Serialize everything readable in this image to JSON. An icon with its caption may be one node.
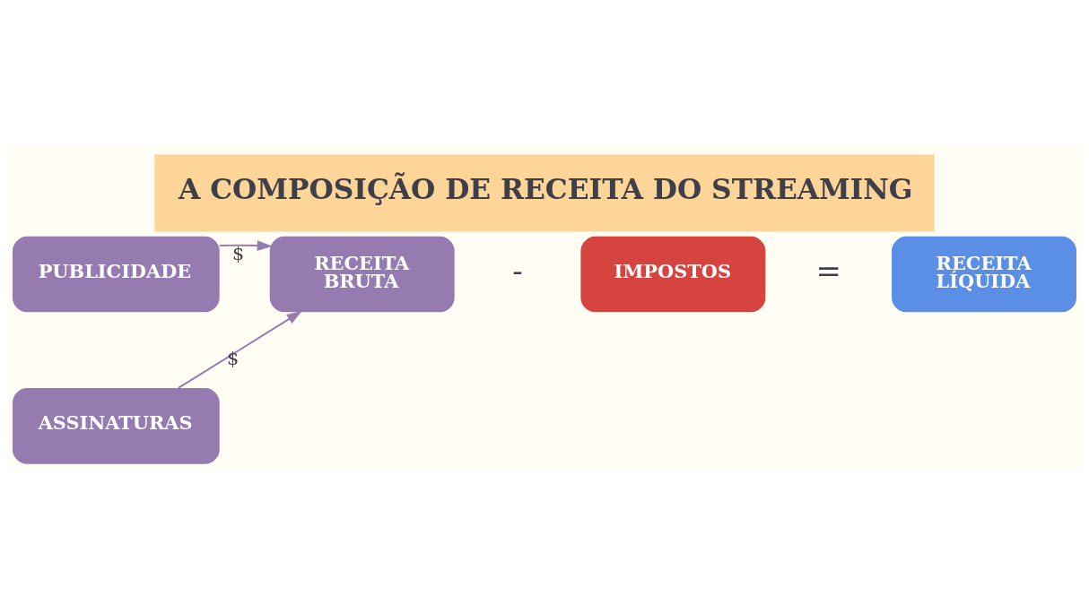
{
  "diagram": {
    "title": "A COMPOSIÇÃO DE RECEITA DO STREAMING",
    "nodes": [
      {
        "text": [
          "PUBLICIDADE"
        ]
      },
      {
        "text": [
          "RECEITA BRUTA"
        ]
      },
      {
        "text": [
          "IMPOSTOS"
        ]
      },
      {
        "text": [
          "RECEITA LÍQUIDA"
        ]
      },
      {
        "text": [
          "ASSINATURAS"
        ]
      }
    ],
    "edges": [
      {
        "from": 0,
        "to": 1,
        "arrow": "to",
        "label": "$"
      },
      {
        "from": 4,
        "to": 1,
        "arrow": "to",
        "label": "$"
      }
    ],
    "labels": [
      "-",
      "="
    ]
  }
}
